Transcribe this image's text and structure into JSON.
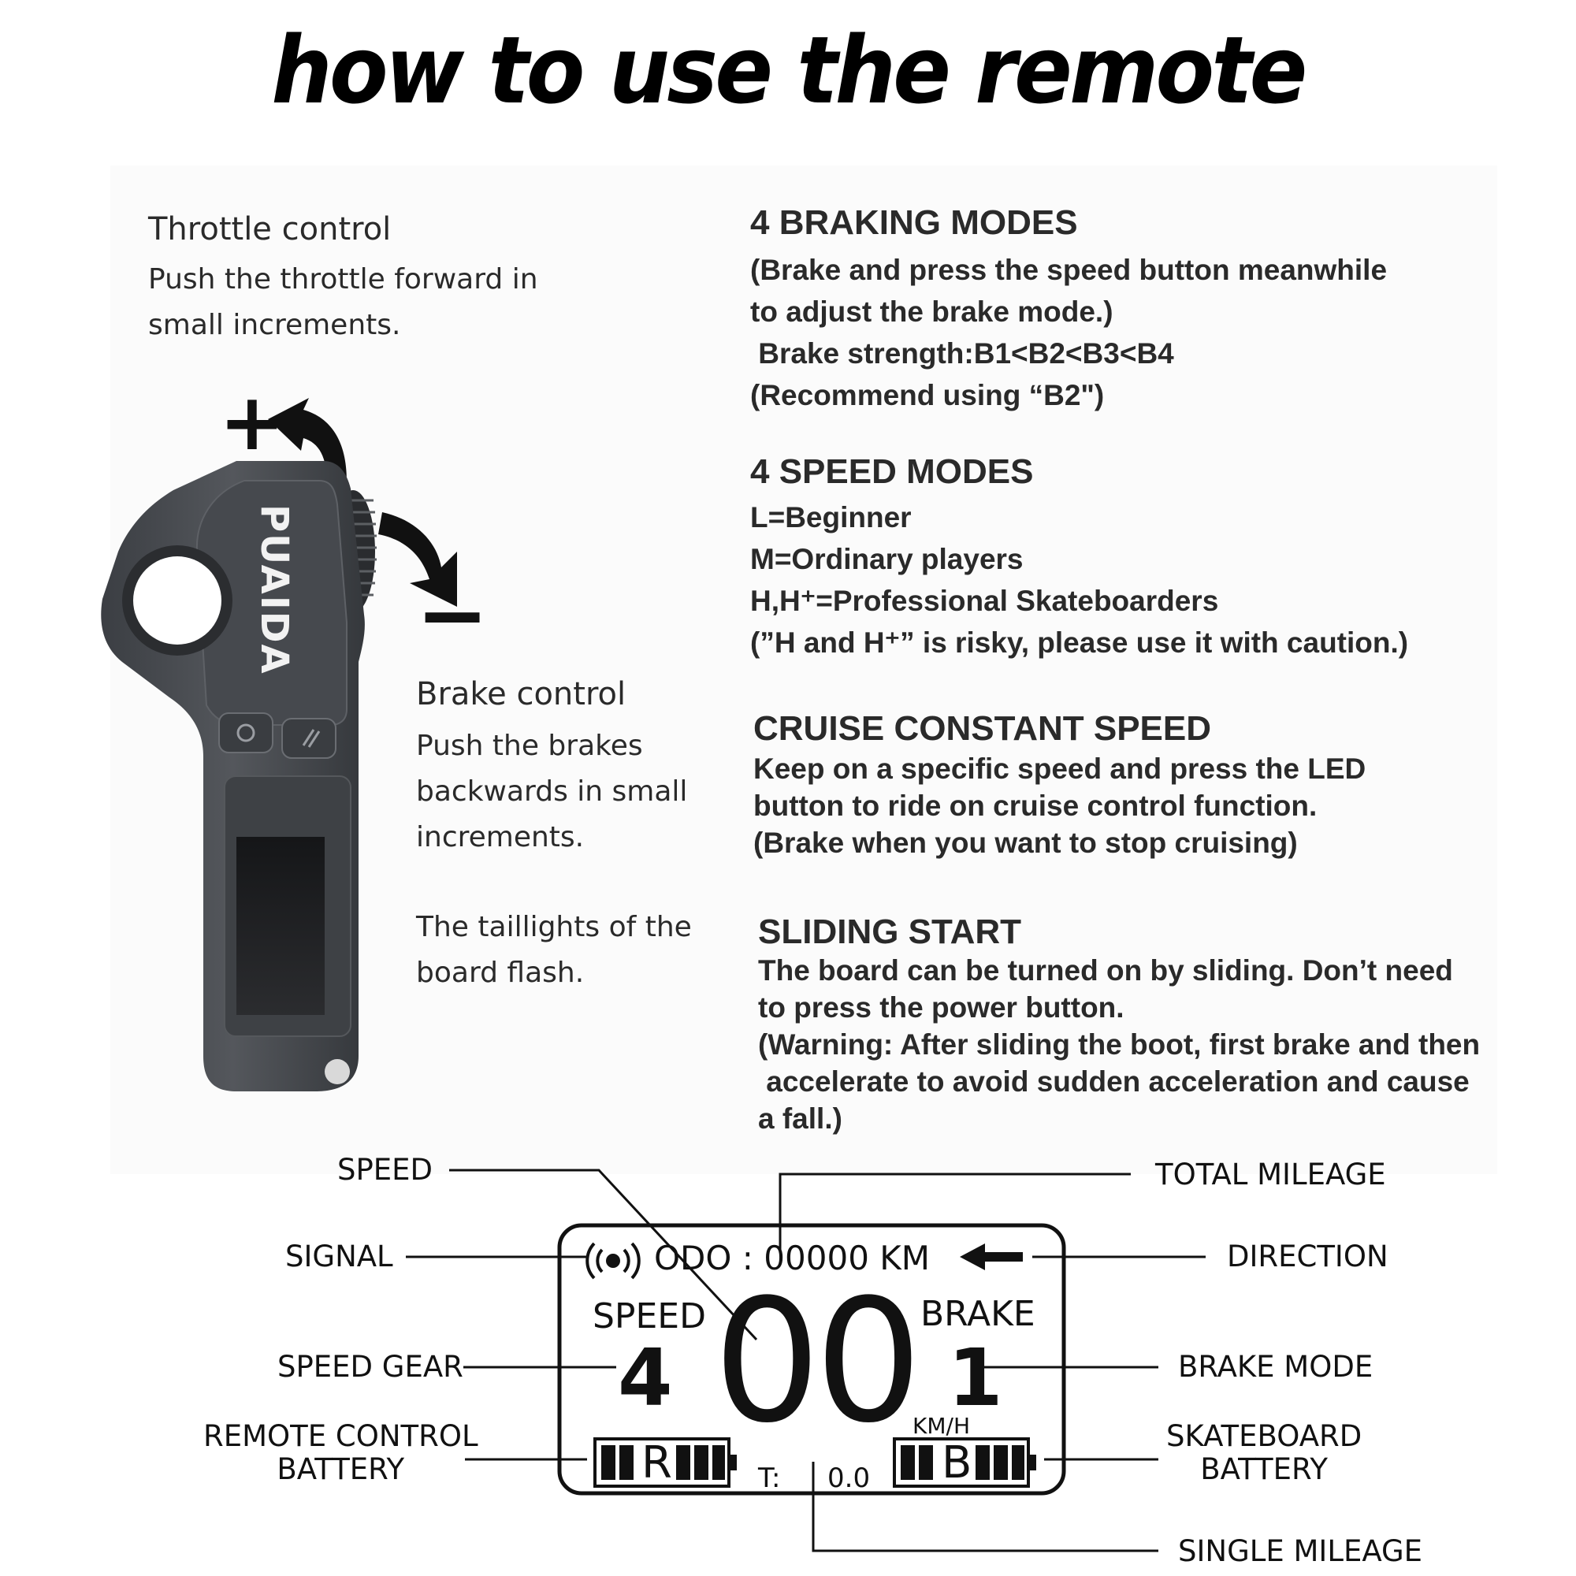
{
  "title": "how to use the remote",
  "throttle": {
    "heading": "Throttle control",
    "lines": [
      "Push the throttle forward in",
      "small increments."
    ]
  },
  "brake_control": {
    "heading": "Brake control",
    "lines": [
      "Push the brakes",
      "backwards in small",
      "increments."
    ]
  },
  "taillights": {
    "lines": [
      "The taillights of the",
      "board flash."
    ]
  },
  "remote": {
    "brand": "PUAIDA",
    "plus_symbol": "+",
    "minus_symbol": "−",
    "body_color": "#4a4d52"
  },
  "braking_modes": {
    "heading": "4 BRAKING MODES",
    "lines": [
      "(Brake and press the speed button meanwhile",
      "to adjust the brake mode.)",
      " Brake strength:B1<B2<B3<B4",
      "(Recommend using “B2\")"
    ]
  },
  "speed_modes": {
    "heading": "4 SPEED MODES",
    "lines": [
      "L=Beginner",
      "M=Ordinary players",
      "H,H⁺=Professional Skateboarders",
      "(”H and H⁺” is risky, please use it with caution.)"
    ]
  },
  "cruise": {
    "heading": "CRUISE CONSTANT SPEED",
    "lines": [
      "Keep on a specific speed and press the LED",
      "button to ride on cruise control function.",
      "(Brake when you want to stop cruising)"
    ]
  },
  "sliding": {
    "heading": "SLIDING START",
    "lines": [
      "The board can be turned on by sliding. Don’t need",
      "to press the power button.",
      "(Warning: After sliding the boot, first brake and then",
      " accelerate to avoid sudden acceleration and cause",
      "a fall.)"
    ]
  },
  "display": {
    "odo": "ODO : 00000 KM",
    "speed_label": "SPEED",
    "speed_gear": "4",
    "speed_value": "00",
    "brake_label": "BRAKE",
    "brake_mode": "1",
    "unit": "KM/H",
    "remote_battery_letter": "R",
    "board_battery_letter": "B",
    "trip_label": "T:",
    "trip_value": "0.0"
  },
  "callouts": {
    "speed": "SPEED",
    "signal": "SIGNAL",
    "speed_gear": "SPEED GEAR",
    "remote_battery": "REMOTE CONTROL\nBATTERY",
    "total_mileage": "TOTAL MILEAGE",
    "direction": "DIRECTION",
    "brake_mode": "BRAKE MODE",
    "board_battery": "SKATEBOARD\nBATTERY",
    "single_mileage": "SINGLE MILEAGE"
  }
}
